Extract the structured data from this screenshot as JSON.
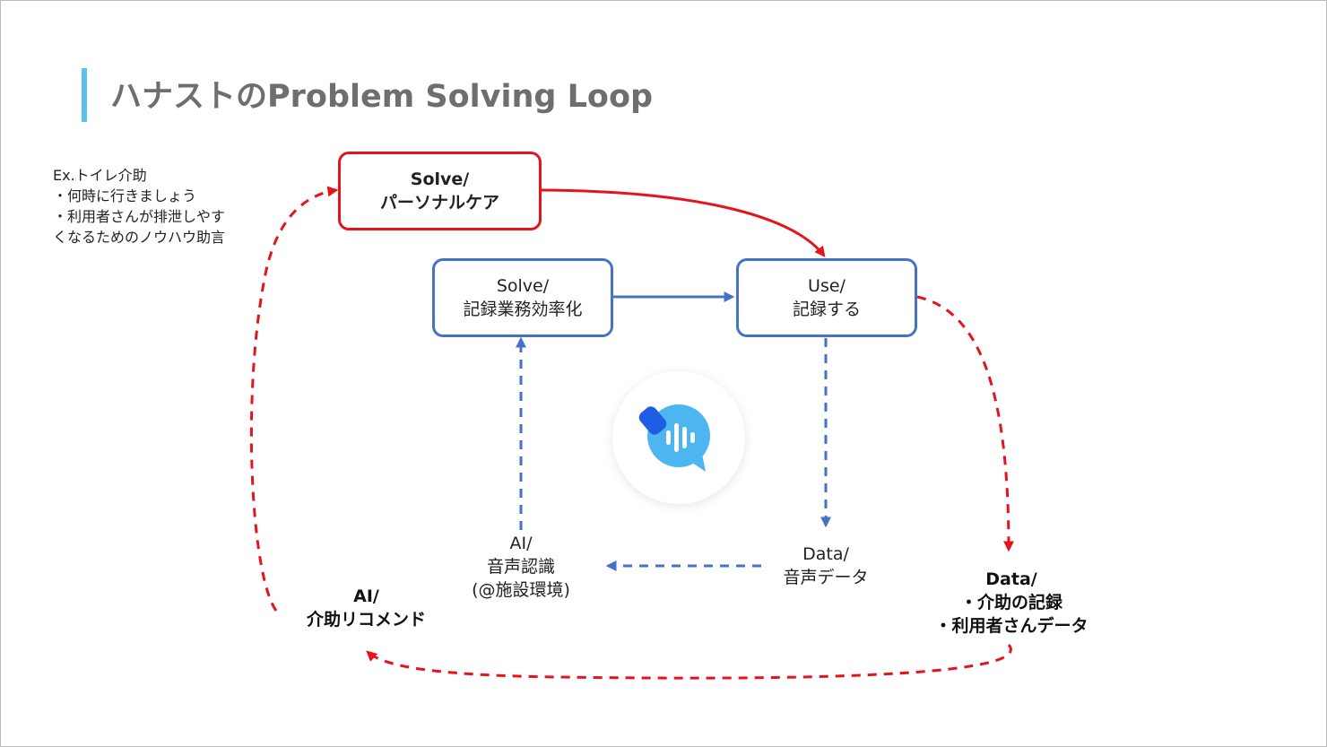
{
  "title": "ハナストのProblem Solving Loop",
  "note": {
    "lines": [
      "Ex.トイレ介助",
      "・何時に行きましょう",
      "・利用者さんが排泄しやす",
      "くなるためのノウハウ助言"
    ]
  },
  "nodes": {
    "solve_personal": {
      "line1": "Solve/",
      "line2": "パーソナルケア"
    },
    "solve_record": {
      "line1": "Solve/",
      "line2": "記録業務効率化"
    },
    "use_record": {
      "line1": "Use/",
      "line2": "記録する"
    },
    "ai_voice": {
      "line1": "AI/",
      "line2": "音声認識",
      "line3": "(@施設環境)"
    },
    "data_voice": {
      "line1": "Data/",
      "line2": "音声データ"
    },
    "data_care": {
      "line1": "Data/",
      "line2": "・介助の記録",
      "line3": "・利用者さんデータ"
    },
    "ai_recommend": {
      "line1": "AI/",
      "line2": "介助リコメンド"
    }
  },
  "colors": {
    "accent_bar": "#5bc0f2",
    "red": "#e5141c",
    "blue": "#4472c4",
    "logo_bubble": "#4db6f0",
    "logo_tab": "#1e5ee6"
  },
  "icons": {
    "logo": "speech-bubble-voice-icon"
  }
}
